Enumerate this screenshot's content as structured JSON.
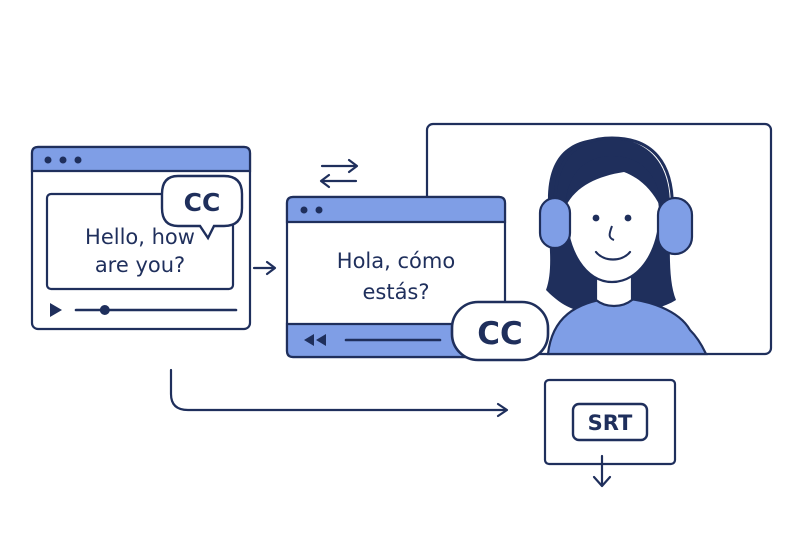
{
  "colors": {
    "stroke": "#1f2f5c",
    "accent": "#7f9ee6",
    "fill": "#ffffff"
  },
  "source_window": {
    "caption_line1": "Hello, how",
    "caption_line2": "are you?",
    "cc_badge": "CC",
    "progress": 0.18
  },
  "translated_window": {
    "caption_line1": "Hola, cómo",
    "caption_line2": "estás?",
    "cc_badge": "CC"
  },
  "export": {
    "format_label": "SRT"
  },
  "icons": {
    "swap": "swap-arrows-icon",
    "download": "download-arrow-icon",
    "play": "play-icon",
    "rewind": "rewind-icon",
    "headphones": "headphones-icon"
  }
}
